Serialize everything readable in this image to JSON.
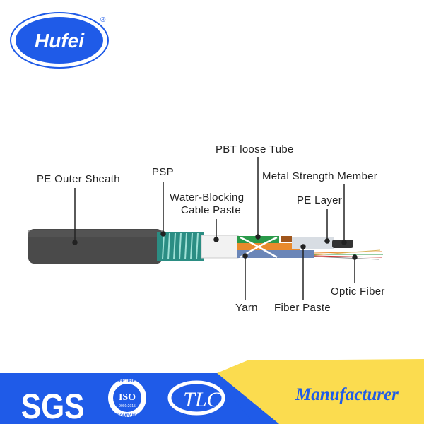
{
  "brand": {
    "name": "Hufei",
    "registered_mark": "®",
    "color": "#1f5be8"
  },
  "labels": {
    "pe_outer_sheath": "PE  Outer  Sheath",
    "psp": "PSP",
    "water_blocking_1": "Water-Blocking",
    "water_blocking_2": "Cable Paste",
    "pbt_loose_tube": "PBT  loose  Tube",
    "metal_strength_member": "Metal  Strength  Member",
    "pe_layer": "PE  Layer",
    "optic_fiber": "Optic Fiber",
    "yarn": "Yarn",
    "fiber_paste": "Fiber  Paste"
  },
  "footer": {
    "sgs": "SGS",
    "iso_top": "CERTIFIED",
    "iso_mid": "ISO",
    "iso_std": "9001:2015",
    "iso_bottom": "COMPANY",
    "tlc": "TLC",
    "manufacturer": "Manufacturer",
    "blue": "#1f5be8",
    "yellow": "#fbdc4f"
  }
}
